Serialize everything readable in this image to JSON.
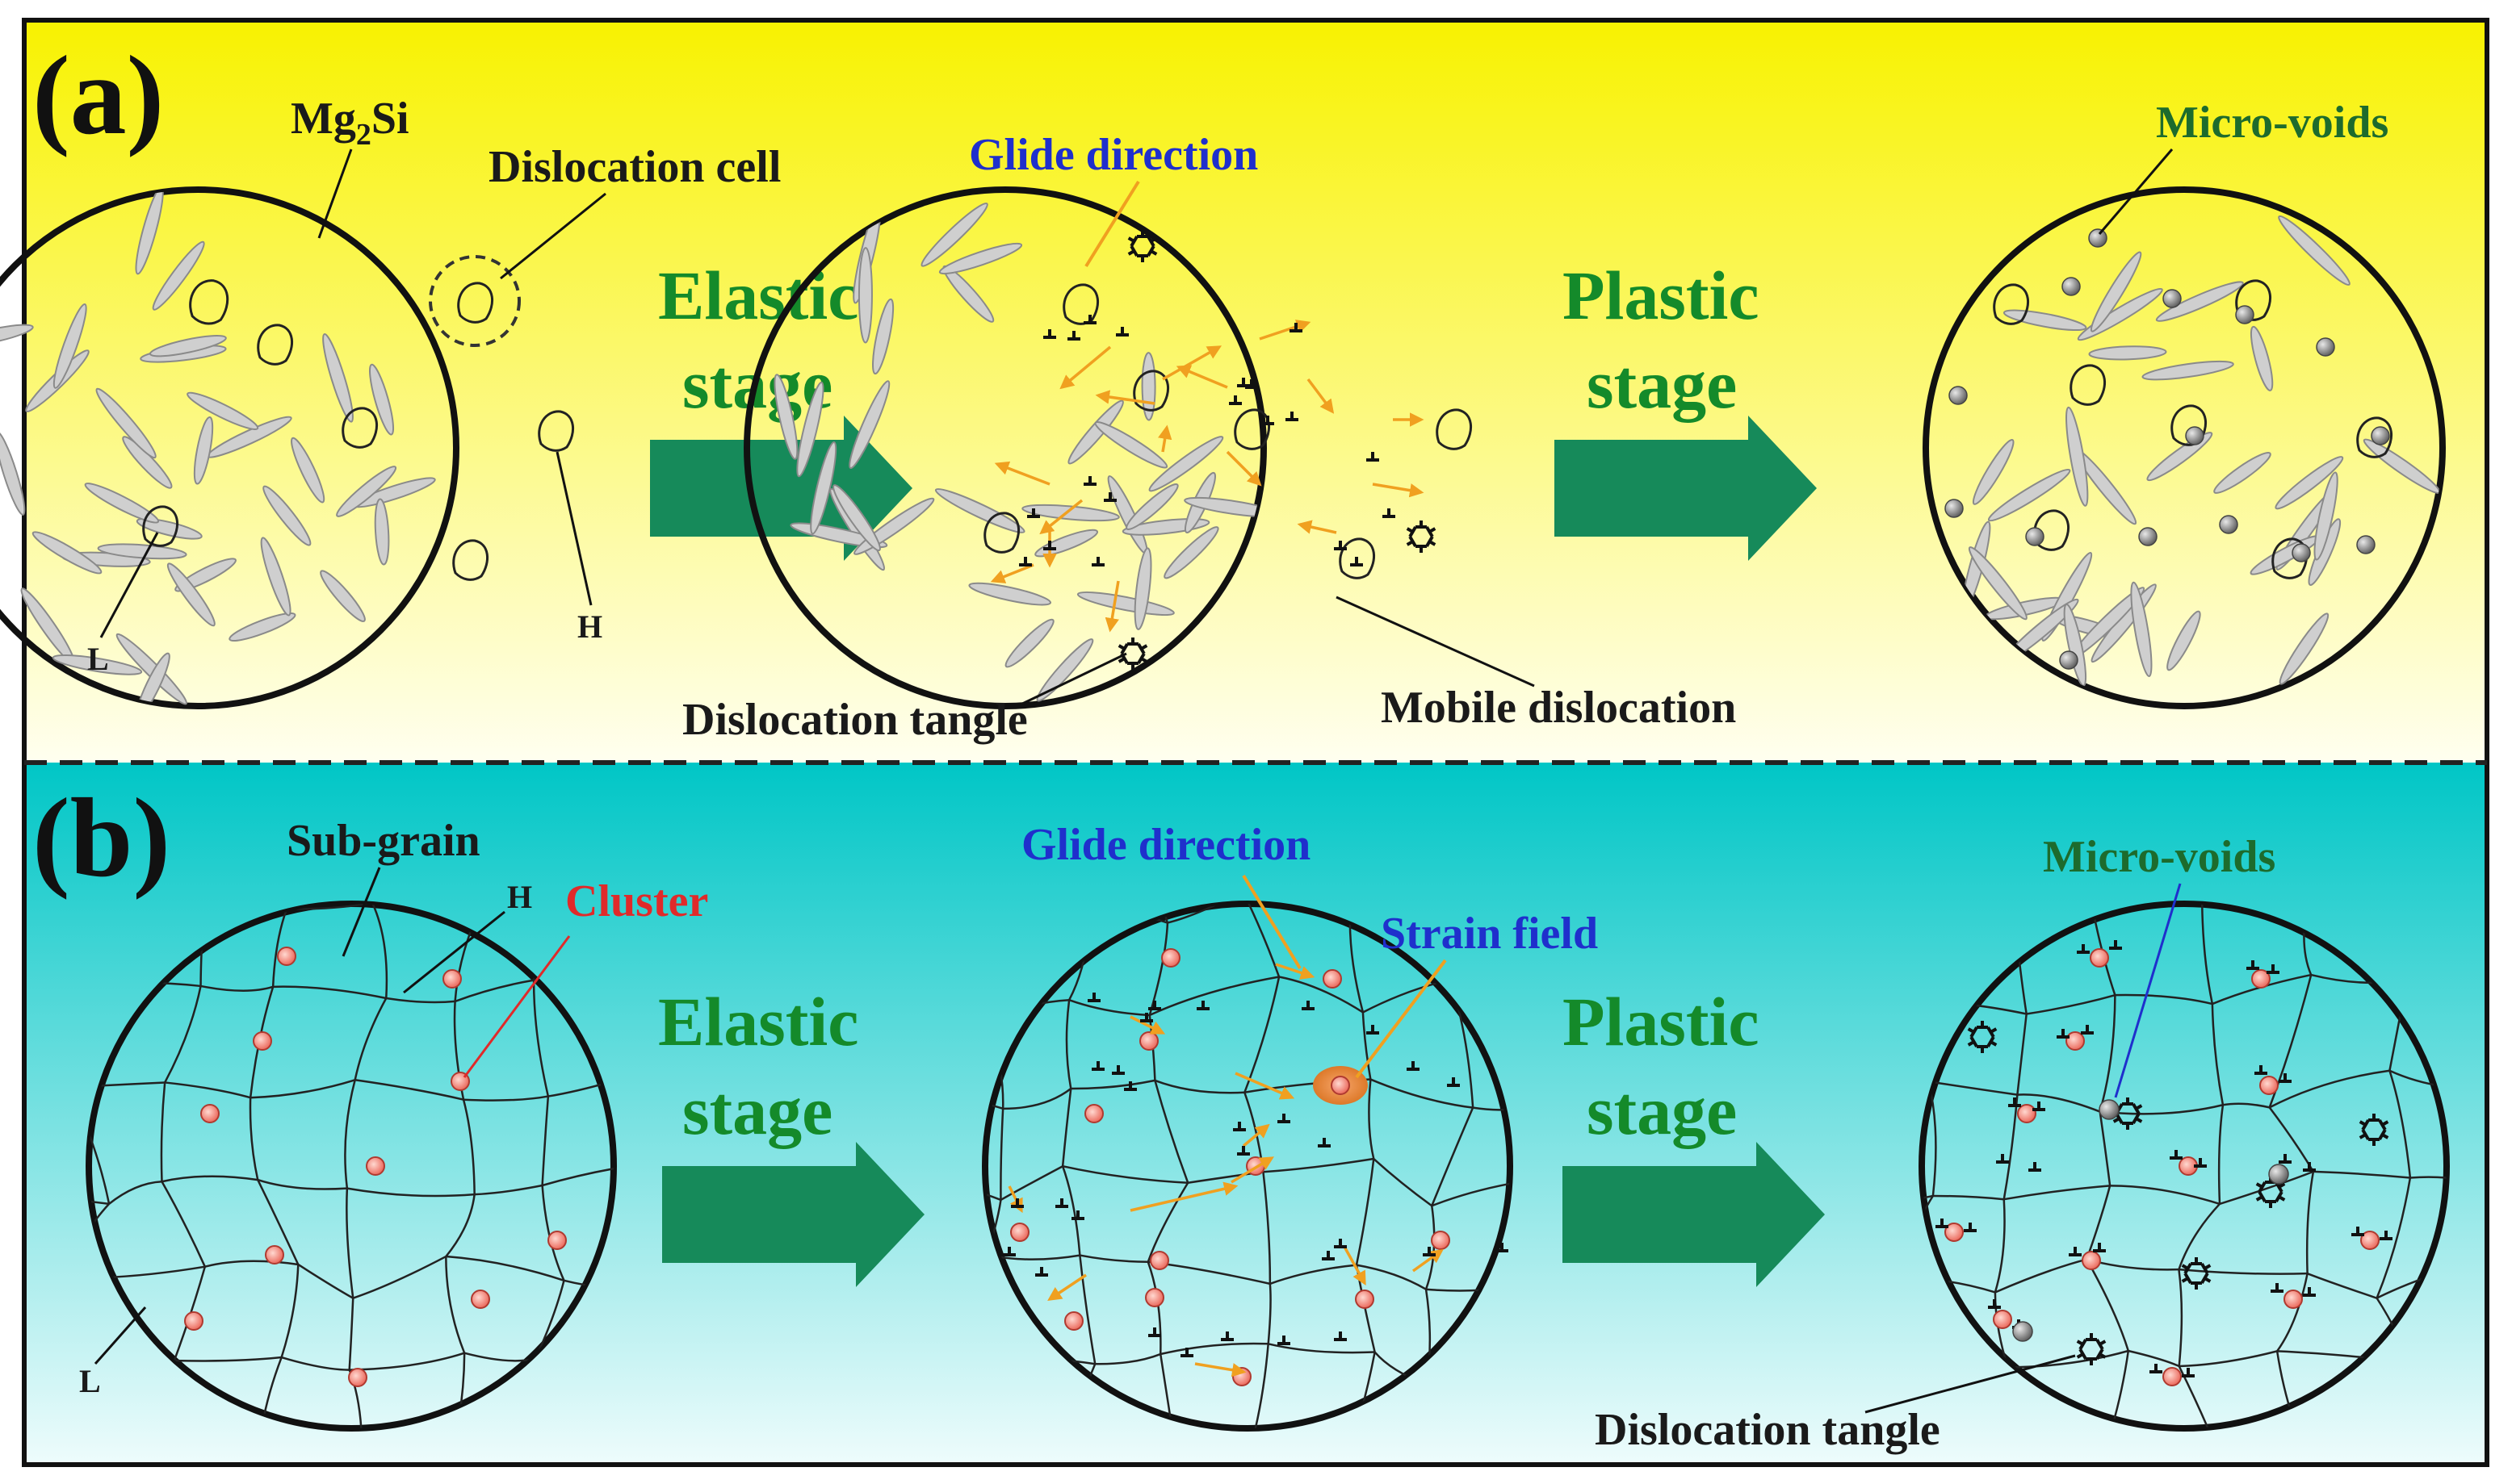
{
  "colors": {
    "panel_a_top": "#f8f200",
    "panel_a_bottom": "#fffff0",
    "panel_b_top": "#00c6c6",
    "panel_b_bottom": "#eefcfc",
    "stage_text": "#148a2a",
    "arrow": "#168a5a",
    "glide_text": "#1f2fcc",
    "strain_text": "#1f2fcc",
    "cluster_text": "#e02a2a",
    "microvoid_text": "#1d6b2d",
    "glide_arrow": "#f0a020",
    "cluster_fill": "#f28a80",
    "void_fill": "#9a9a9a",
    "precipitate_fill": "#c8c8c8"
  },
  "icons": {
    "stage_arrow": "right-block-arrow-icon",
    "dislocation": "inverted-t-dislocation-icon",
    "tangle": "star-tangle-icon"
  },
  "panel_a": {
    "letter": "(a)",
    "stage1_line1": "Elastic",
    "stage1_line2": "stage",
    "stage2_line1": "Plastic",
    "stage2_line2": "stage",
    "label_mg2si_main": "Mg",
    "label_mg2si_sub": "2",
    "label_mg2si_tail": "Si",
    "label_dislocation_cell": "Dislocation cell",
    "label_L": "L",
    "label_H": "H",
    "label_glide_direction": "Glide direction",
    "label_dislocation_tangle": "Dislocation tangle",
    "label_mobile_dislocation": "Mobile dislocation",
    "label_micro_voids": "Micro-voids"
  },
  "panel_b": {
    "letter": "(b)",
    "stage1_line1": "Elastic",
    "stage1_line2": "stage",
    "stage2_line1": "Plastic",
    "stage2_line2": "stage",
    "label_sub_grain": "Sub-grain",
    "label_H": "H",
    "label_cluster": "Cluster",
    "label_L": "L",
    "label_glide_direction": "Glide direction",
    "label_strain_field": "Strain field",
    "label_micro_voids": "Micro-voids",
    "label_dislocation_tangle": "Dislocation tangle"
  }
}
